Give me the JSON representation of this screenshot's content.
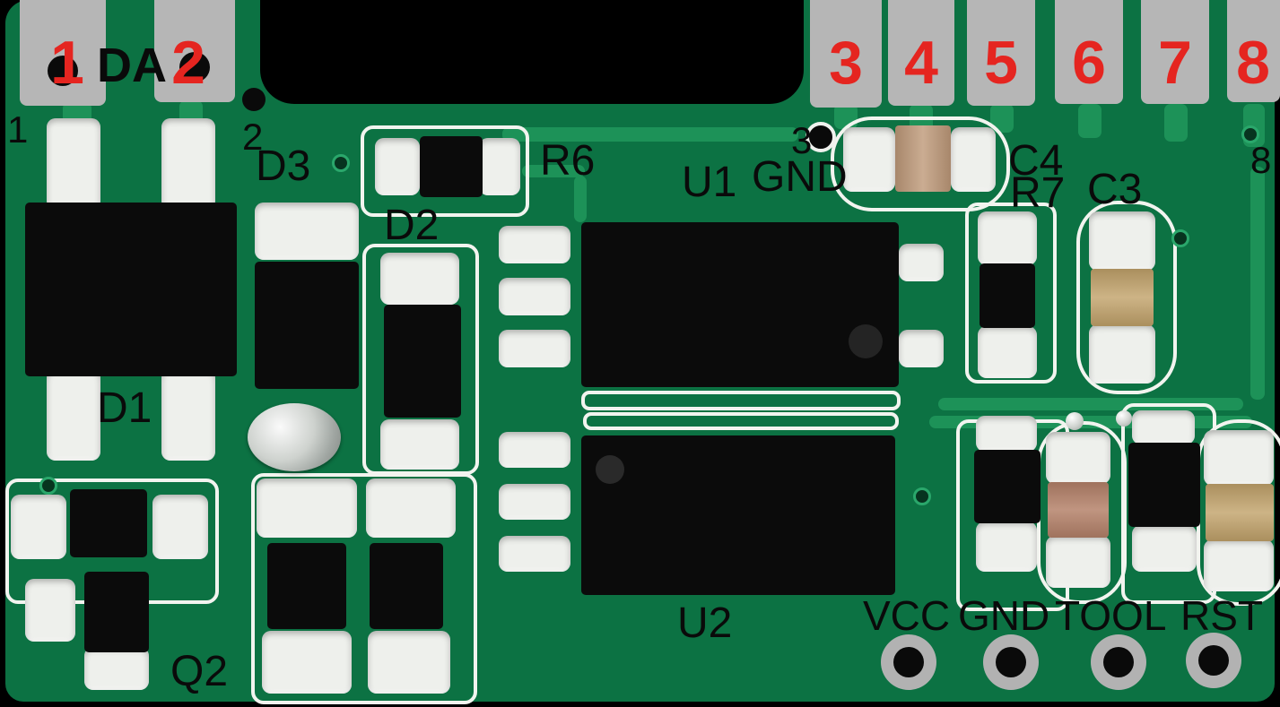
{
  "edge_pads": {
    "left": [
      {
        "number": "1"
      },
      {
        "number": "2"
      }
    ],
    "right": [
      {
        "number": "3"
      },
      {
        "number": "4"
      },
      {
        "number": "5"
      },
      {
        "number": "6"
      },
      {
        "number": "7"
      },
      {
        "number": "8"
      }
    ],
    "da_label": "DA"
  },
  "silkscreen": {
    "corner_pin_1": "1",
    "corner_pin_2": "2",
    "corner_pin_3": "3",
    "corner_pin_8": "8",
    "u1": "U1",
    "u2": "U2",
    "gnd_top": "GND",
    "d1": "D1",
    "d2": "D2",
    "d3": "D3",
    "r6": "R6",
    "r7": "R7",
    "c3": "C3",
    "c4": "C4",
    "q2": "Q2"
  },
  "bottom_pins": [
    {
      "label": "VCC"
    },
    {
      "label": "GND"
    },
    {
      "label": "TOOL"
    },
    {
      "label": "RST"
    }
  ],
  "colors": {
    "board_green": "#0c7243",
    "trace_green": "#1d9258",
    "pad_white": "#eef0ec",
    "edge_pad_gray": "#b6b6b6",
    "annotation_red": "#e52520",
    "annotation_black": "#0a0a0a",
    "component_black": "#0b0b0b",
    "capacitor_tan": "#c2a36b",
    "capacitor_brown": "#b5826a",
    "hole_black": "#0a0a0a"
  }
}
